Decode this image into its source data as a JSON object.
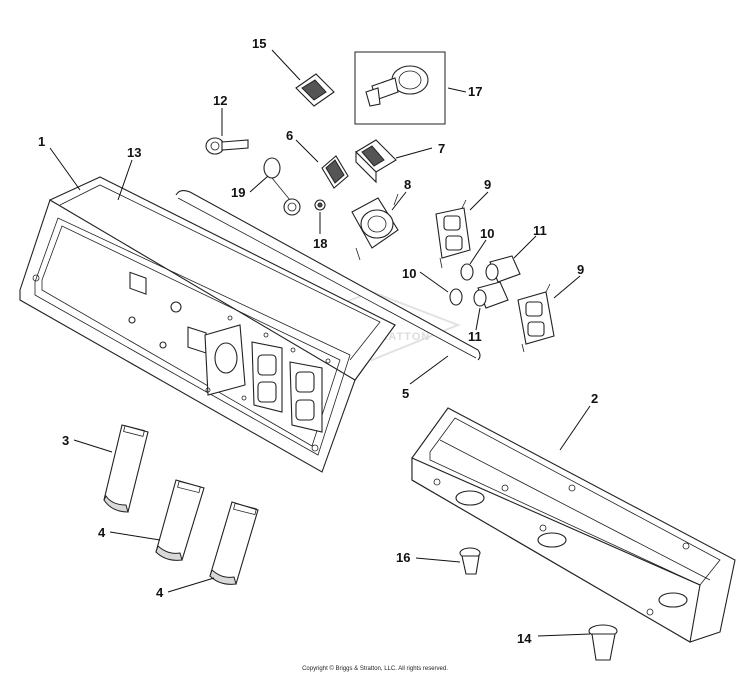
{
  "diagram": {
    "callouts": [
      {
        "id": "1",
        "label": "1"
      },
      {
        "id": "2",
        "label": "2"
      },
      {
        "id": "3",
        "label": "3"
      },
      {
        "id": "4a",
        "label": "4"
      },
      {
        "id": "4b",
        "label": "4"
      },
      {
        "id": "5",
        "label": "5"
      },
      {
        "id": "6",
        "label": "6"
      },
      {
        "id": "7",
        "label": "7"
      },
      {
        "id": "8",
        "label": "8"
      },
      {
        "id": "9a",
        "label": "9"
      },
      {
        "id": "9b",
        "label": "9"
      },
      {
        "id": "10a",
        "label": "10"
      },
      {
        "id": "10b",
        "label": "10"
      },
      {
        "id": "11a",
        "label": "11"
      },
      {
        "id": "11b",
        "label": "11"
      },
      {
        "id": "12",
        "label": "12"
      },
      {
        "id": "13",
        "label": "13"
      },
      {
        "id": "14",
        "label": "14"
      },
      {
        "id": "15",
        "label": "15"
      },
      {
        "id": "16",
        "label": "16"
      },
      {
        "id": "17",
        "label": "17"
      },
      {
        "id": "18",
        "label": "18"
      },
      {
        "id": "19",
        "label": "19"
      }
    ],
    "watermark": "BRIGGS&STRATTON",
    "copyright": "Copyright © Briggs & Stratton, LLC. All rights reserved."
  }
}
